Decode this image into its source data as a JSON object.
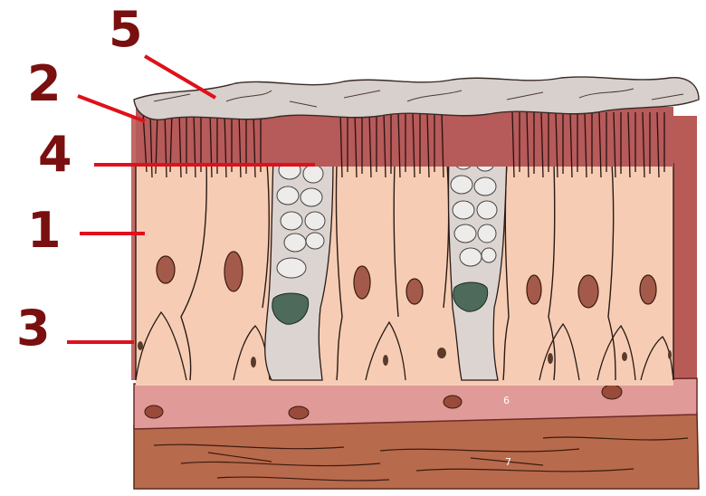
{
  "labels": [
    {
      "id": "5",
      "text": "5"
    },
    {
      "id": "2",
      "text": "2"
    },
    {
      "id": "4",
      "text": "4"
    },
    {
      "id": "1",
      "text": "1"
    },
    {
      "id": "3",
      "text": "3"
    }
  ],
  "colors": {
    "label_text": "#7a0f0f",
    "leader_line": "#e0101a",
    "cell_fill": "#f6cdb4",
    "cilia_band": "#a64a4a",
    "mucus": "#d8d0cc",
    "goblet_granule": "#e4e2e0",
    "nucleus": "#a45a4a",
    "goblet_nucleus": "#4d6a5a",
    "basement_band": "#e09a98",
    "connective_tissue": "#b86a4c",
    "side_wall": "#b85a56"
  }
}
